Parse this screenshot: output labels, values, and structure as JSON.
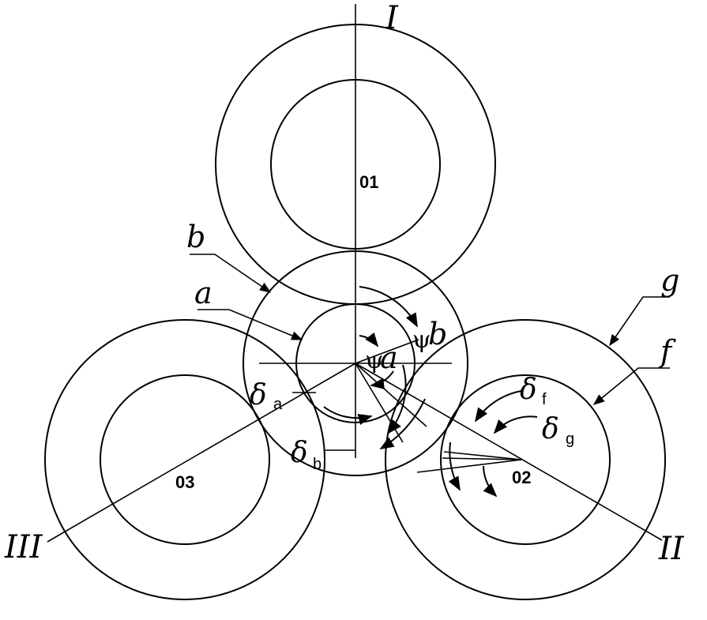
{
  "centers": {
    "c1": "01",
    "c2": "02",
    "c3": "03"
  },
  "axes": {
    "axis1": "I",
    "axis2": "II",
    "axis3": "III"
  },
  "circle_labels": {
    "a": "a",
    "b": "b",
    "f": "f",
    "g": "g"
  },
  "angles": {
    "delta_a": {
      "symbol": "δ",
      "sub": "a"
    },
    "delta_b": {
      "symbol": "δ",
      "sub": "b"
    },
    "delta_f": {
      "symbol": "δ",
      "sub": "f"
    },
    "delta_g": {
      "symbol": "δ",
      "sub": "g"
    },
    "psi_a": {
      "symbol": "ψ",
      "sub": "a"
    },
    "psi_b": {
      "symbol": "ψ",
      "sub": "b"
    }
  }
}
